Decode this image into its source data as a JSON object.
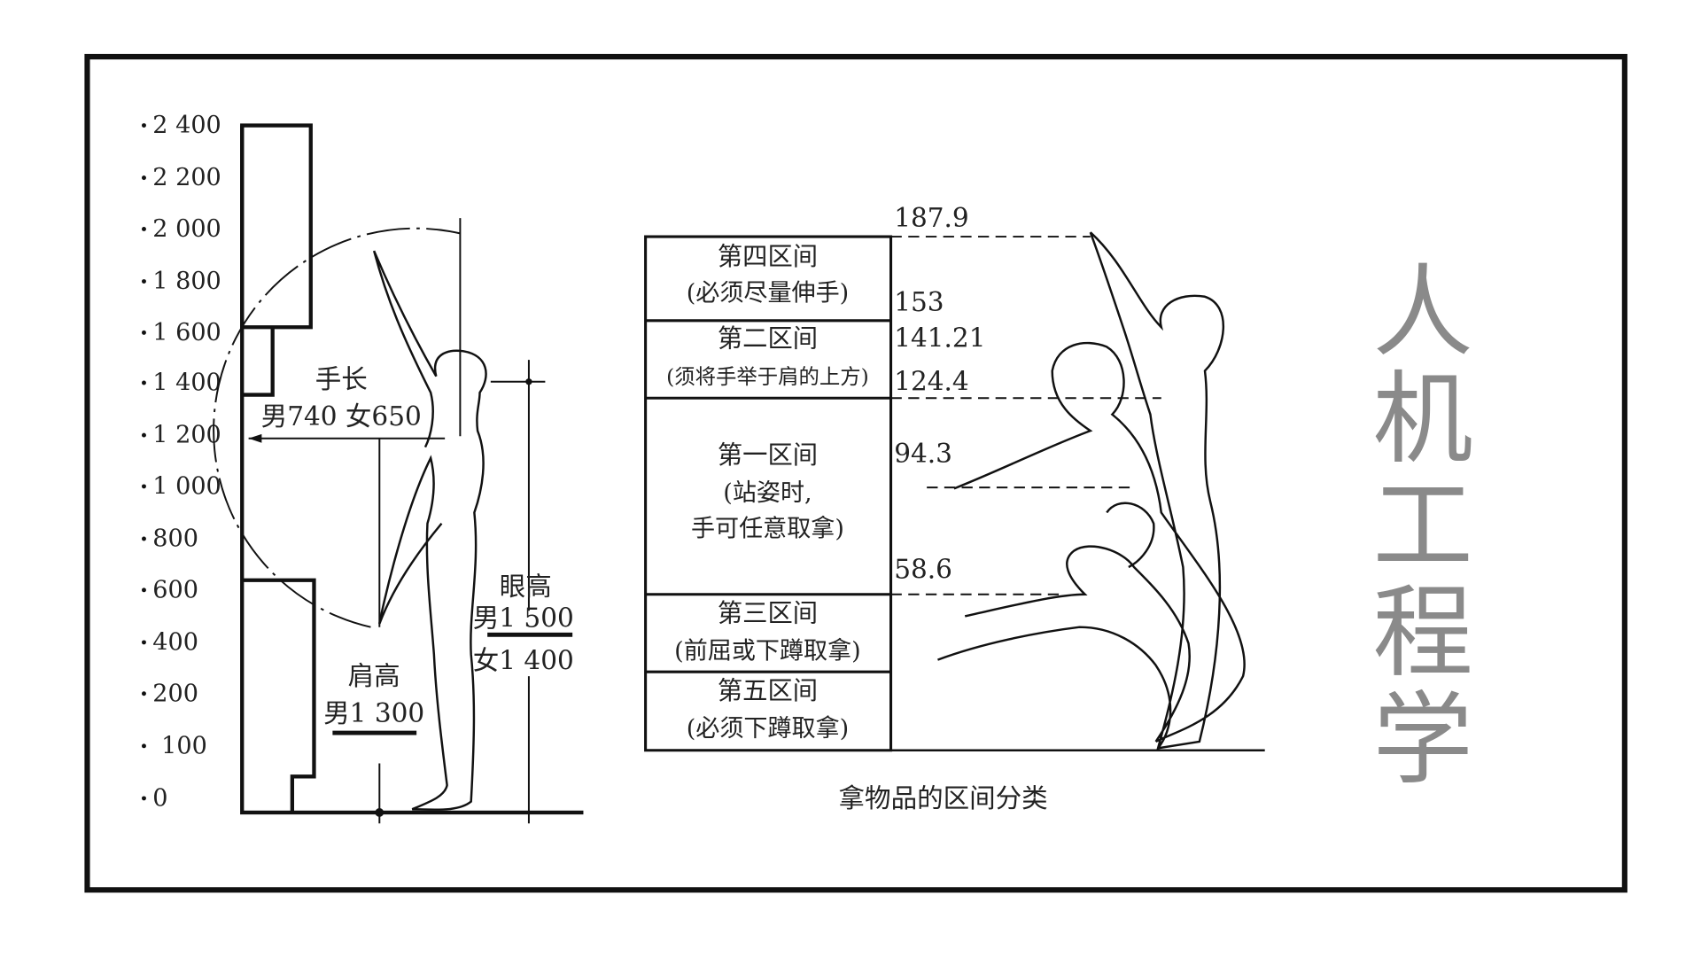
{
  "left_diagram": {
    "axis_ticks": [
      "2 400",
      "2 200",
      "2 000",
      "1 800",
      "1 600",
      "1 400",
      "1 200",
      "1 000",
      "800",
      "600",
      "400",
      "200",
      "100",
      "0"
    ],
    "arm_length_label": "手长",
    "arm_length_values": "男740 女650",
    "shoulder_height_label": "肩高",
    "shoulder_height_male": "男1 300",
    "eye_height_label": "眼高",
    "eye_height_male": "男1 500",
    "eye_height_female": "女1 400"
  },
  "right_diagram": {
    "zones": [
      {
        "title": "第四区间",
        "note": "(必须尽量伸手)"
      },
      {
        "title": "第二区间",
        "note": "(须将手举于肩的上方)"
      },
      {
        "title": "第一区间",
        "note": "(站姿时,",
        "note2": "手可任意取拿)"
      },
      {
        "title": "第三区间",
        "note": "(前屈或下蹲取拿)"
      },
      {
        "title": "第五区间",
        "note": "(必须下蹲取拿)"
      }
    ],
    "heights": [
      "187.9",
      "153",
      "141.21",
      "124.4",
      "94.3",
      "58.6"
    ],
    "caption": "拿物品的区间分类"
  },
  "title": [
    "人",
    "机",
    "工",
    "程",
    "学"
  ],
  "colors": {
    "title": "#8a8a8a",
    "ink": "#111111"
  }
}
